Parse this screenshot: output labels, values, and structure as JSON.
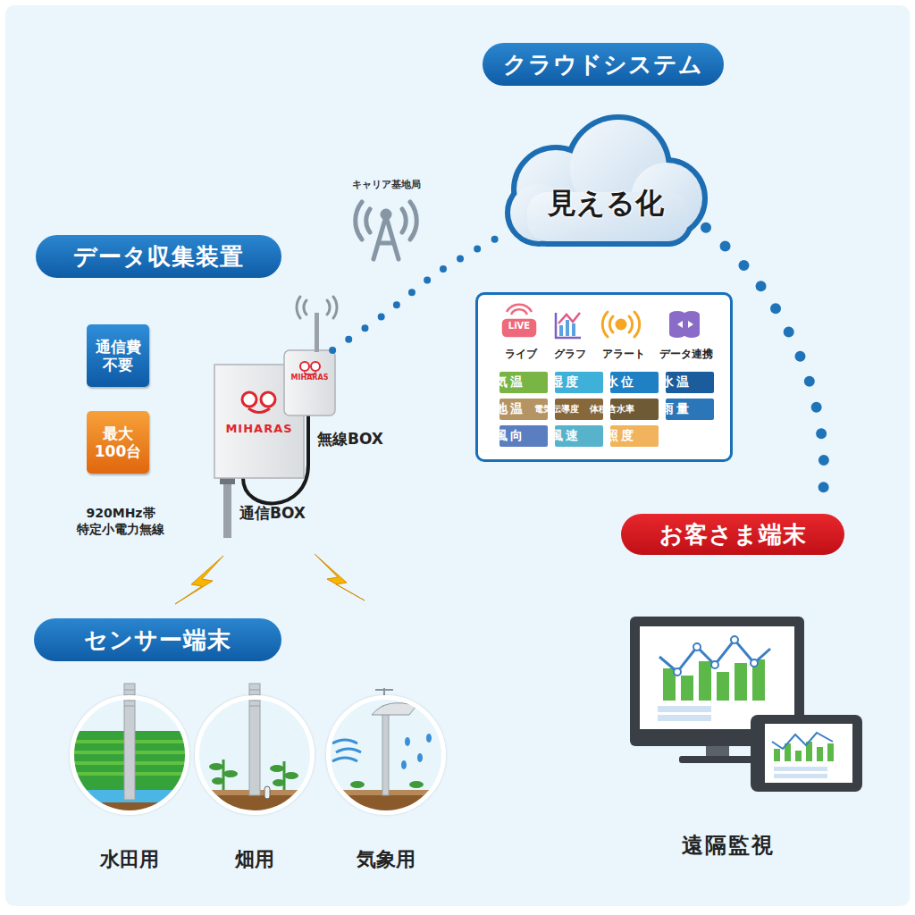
{
  "diagram": {
    "nodes": [
      {
        "text": [
          "クラウドシステム"
        ]
      },
      {
        "text": [
          "見える化"
        ]
      },
      {
        "text": [
          "データ収集装置"
        ]
      },
      {
        "text": [
          "通信費 不要"
        ]
      },
      {
        "text": [
          "最大 100台"
        ]
      },
      {
        "text": [
          "MIHARAS",
          "通信BOX"
        ]
      },
      {
        "text": [
          "MIHARAS",
          "無線BOX"
        ]
      },
      {
        "text": [
          "ライブ",
          "グラフ",
          "アラート",
          "データ連携"
        ]
      },
      {
        "text": [
          "気温"
        ],
        "in": 7
      },
      {
        "text": [
          "湿度"
        ],
        "in": 7
      },
      {
        "text": [
          "水位"
        ],
        "in": 7
      },
      {
        "text": [
          "水温"
        ],
        "in": 7
      },
      {
        "text": [
          "地温"
        ],
        "in": 7
      },
      {
        "text": [
          "電気伝導度"
        ],
        "in": 7
      },
      {
        "text": [
          "体積含水率"
        ],
        "in": 7
      },
      {
        "text": [
          "雨量"
        ],
        "in": 7
      },
      {
        "text": [
          "風向"
        ],
        "in": 7
      },
      {
        "text": [
          "風速"
        ],
        "in": 7
      },
      {
        "text": [
          "照度"
        ],
        "in": 7
      },
      {
        "text": [
          "お客さま端末"
        ]
      },
      {
        "text": [
          "センサー端末"
        ]
      },
      {
        "text": [
          "水田用"
        ]
      },
      {
        "text": [
          "畑用"
        ]
      },
      {
        "text": [
          "気象用"
        ]
      },
      {
        "text": [
          "遠隔監視"
        ]
      }
    ],
    "edges": [
      {
        "from": 6,
        "to": 1,
        "arrow": "none"
      },
      {
        "from": 1,
        "to": 19,
        "arrow": "none"
      }
    ],
    "labels": [
      "キャリア基地局",
      "920MHz帯 特定小電力無線",
      "LiVE"
    ]
  }
}
